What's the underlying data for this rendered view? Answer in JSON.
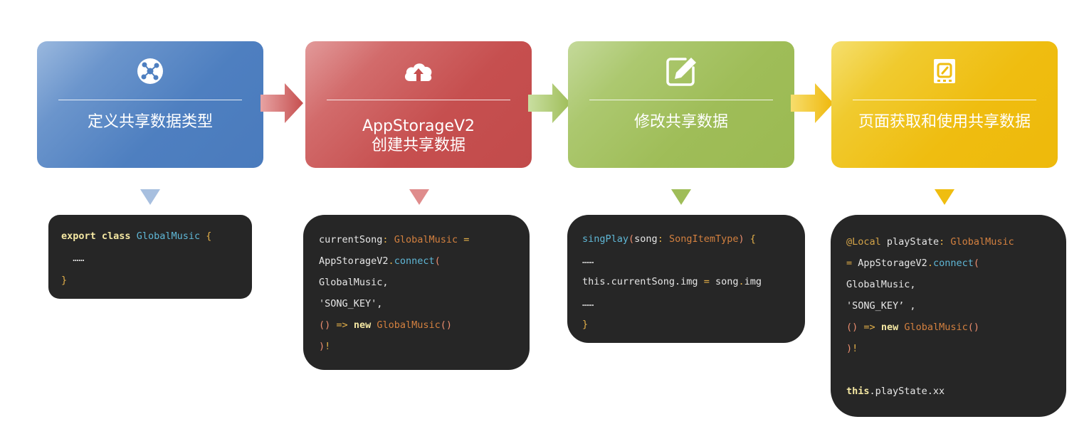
{
  "steps": [
    {
      "icon": "network-hub-icon",
      "title_lines": [
        "定义共享数据类型"
      ]
    },
    {
      "icon": "cloud-upload-icon",
      "title_lines": [
        "AppStorageV2",
        "创建共享数据"
      ]
    },
    {
      "icon": "edit-pencil-icon",
      "title_lines": [
        "修改共享数据"
      ]
    },
    {
      "icon": "storage-card-icon",
      "title_lines": [
        "页面获取和使用共享数据"
      ]
    }
  ],
  "colors": {
    "step1": "#4e7fc0",
    "step2": "#c64f4f",
    "step3": "#9fbd58",
    "step4": "#efbd10",
    "code_bg": "#262626"
  },
  "code": {
    "block1": {
      "export": "export",
      "class": "class",
      "name": "GlobalMusic",
      "open": "{",
      "ellipsis": "……",
      "close": "}"
    },
    "block2": {
      "var": "currentSong",
      "colon": ":",
      "type": "GlobalMusic",
      "eq": "=",
      "obj": "AppStorageV2",
      "dot": ".",
      "method": "connect",
      "paren": "(",
      "arg1": "GlobalMusic,",
      "arg2": "'SONG_KEY',",
      "lambda_paren": "()",
      "arrow": "=>",
      "new": "new",
      "ctor": "GlobalMusic",
      "ctor_paren": "()",
      "close_paren": ")",
      "bang": "!"
    },
    "block3": {
      "fn": "singPlay",
      "paren": "(",
      "param": "song",
      "colon": ":",
      "type": "SongItemType",
      "close_paren": ")",
      "open": "{",
      "ellipsis1": "……",
      "stmt_left": "this.currentSong.img",
      "eq": "=",
      "stmt_obj": "song",
      "stmt_dot": ".",
      "stmt_prop": "img",
      "ellipsis2": "……",
      "close": "}"
    },
    "block4": {
      "decorator": "@Local",
      "var": "playState",
      "colon": ":",
      "type": "GlobalMusic",
      "eq": "=",
      "obj": "AppStorageV2",
      "dot": ".",
      "method": "connect",
      "paren": "(",
      "arg1": "GlobalMusic,",
      "arg2": "'SONG_KEY’",
      "arg2_comma": ",",
      "lambda_paren": "()",
      "arrow": "=>",
      "new": "new",
      "ctor": "GlobalMusic",
      "ctor_paren": "()",
      "close_paren": ")",
      "bang": "!",
      "this": "this",
      "access": ".playState.xx"
    }
  }
}
